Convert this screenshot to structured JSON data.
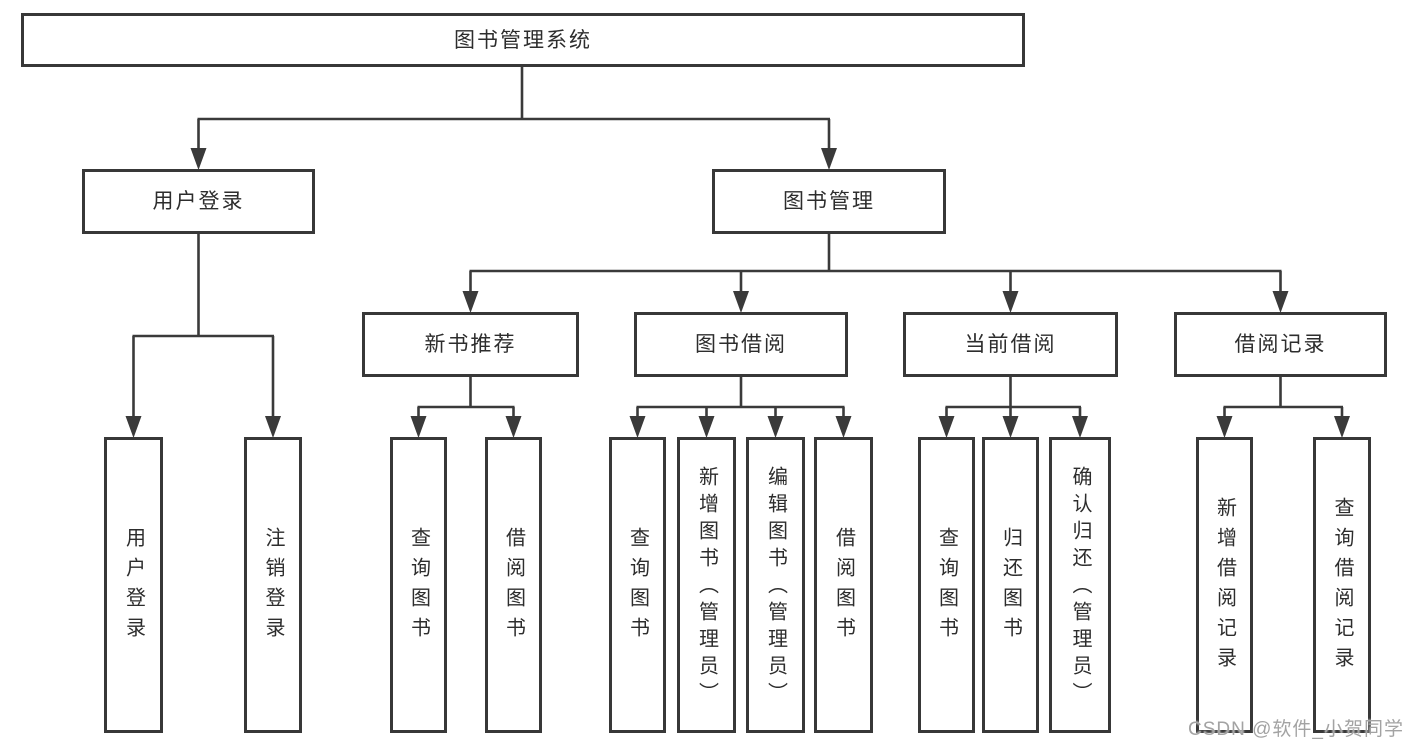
{
  "diagram_title": "图书管理系统",
  "nodes": {
    "root": "图书管理系统",
    "branch_user_login": "用户登录",
    "branch_book_management": "图书管理",
    "group_new_book_recommendation": "新书推荐",
    "group_book_borrowing": "图书借阅",
    "group_current_borrowing": "当前借阅",
    "group_borrowing_records": "借阅记录",
    "leaf_user_login": "用户登录",
    "leaf_logout": "注销登录",
    "leaf_nbr_query_books": "查询图书",
    "leaf_nbr_borrow_books": "借阅图书",
    "leaf_bb_query_books": "查询图书",
    "leaf_bb_add_books_admin": "新增图书（管理员）",
    "leaf_bb_edit_books_admin": "编辑图书（管理员）",
    "leaf_bb_borrow_books": "借阅图书",
    "leaf_cb_query_books": "查询图书",
    "leaf_cb_return_books": "归还图书",
    "leaf_cb_confirm_return_admin": "确认归还（管理员）",
    "leaf_br_add_record": "新增借阅记录",
    "leaf_br_query_record": "查询借阅记录"
  },
  "watermark": "CSDN @软件_小贺同学",
  "colors": {
    "background": "#ffffff",
    "line": "#3a3a3a",
    "box_border": "#383838",
    "text": "#2d2d2d",
    "watermark": "#a3a3a3"
  }
}
